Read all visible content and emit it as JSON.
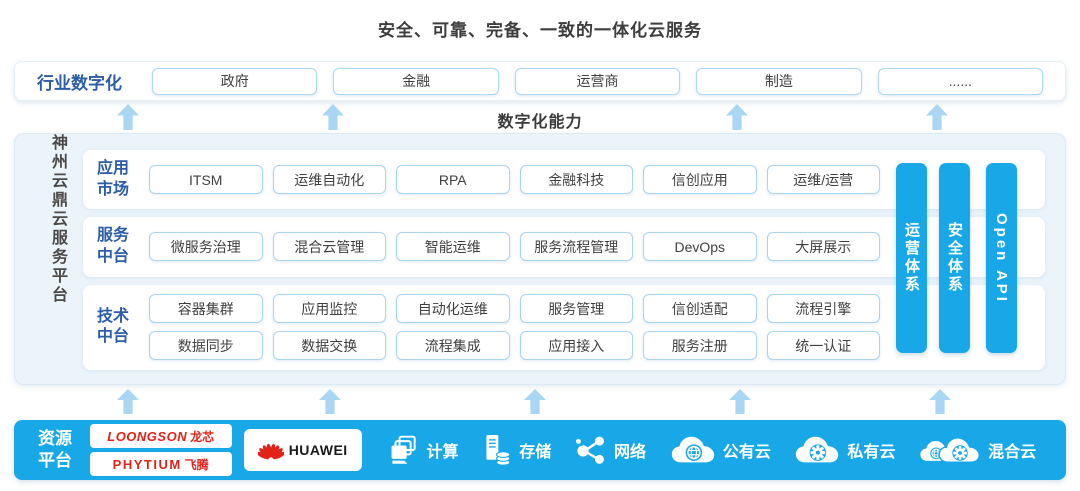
{
  "page_title": "安全、可靠、完备、一致的一体化云服务",
  "industry_row": {
    "label": "行业数字化",
    "items": [
      "政府",
      "金融",
      "运营商",
      "制造",
      "......"
    ]
  },
  "capability_label": "数字化能力",
  "platform": {
    "side_label": "神州云鼎云服务平台",
    "rows": [
      {
        "label": "应用市场",
        "items": [
          [
            "ITSM",
            "运维自动化",
            "RPA",
            "金融科技",
            "信创应用",
            "运维/运营"
          ]
        ]
      },
      {
        "label": "服务中台",
        "items": [
          [
            "微服务治理",
            "混合云管理",
            "智能运维",
            "服务流程管理",
            "DevOps",
            "大屏展示"
          ]
        ]
      },
      {
        "label": "技术中台",
        "items": [
          [
            "容器集群",
            "应用监控",
            "自动化运维",
            "服务管理",
            "信创适配",
            "流程引擎"
          ],
          [
            "数据同步",
            "数据交换",
            "流程集成",
            "应用接入",
            "服务注册",
            "统一认证"
          ]
        ]
      }
    ],
    "pillars": [
      "运营体系",
      "安全体系",
      "Open API"
    ]
  },
  "resource_platform": {
    "label": "资源平台",
    "vendors": {
      "loongson": "LOONGSON",
      "loongson_suffix": "龙芯",
      "phytium": "PHYTIUM",
      "phytium_suffix": "飞腾",
      "huawei": "HUAWEI"
    },
    "resources": [
      {
        "name": "计算",
        "icon": "compute-icon"
      },
      {
        "name": "存储",
        "icon": "storage-icon"
      },
      {
        "name": "网络",
        "icon": "network-icon"
      },
      {
        "name": "公有云",
        "icon": "public-cloud-icon"
      },
      {
        "name": "私有云",
        "icon": "private-cloud-icon"
      },
      {
        "name": "混合云",
        "icon": "hybrid-cloud-icon"
      }
    ]
  },
  "colors": {
    "accent_blue": "#18a8e8",
    "arrow_blue": "#a9d7f3",
    "box_border_blue": "#a9d4f0",
    "label_blue": "#2b5da9",
    "logo_red": "#e2231a",
    "panel_bg": "#ecf4fb"
  }
}
